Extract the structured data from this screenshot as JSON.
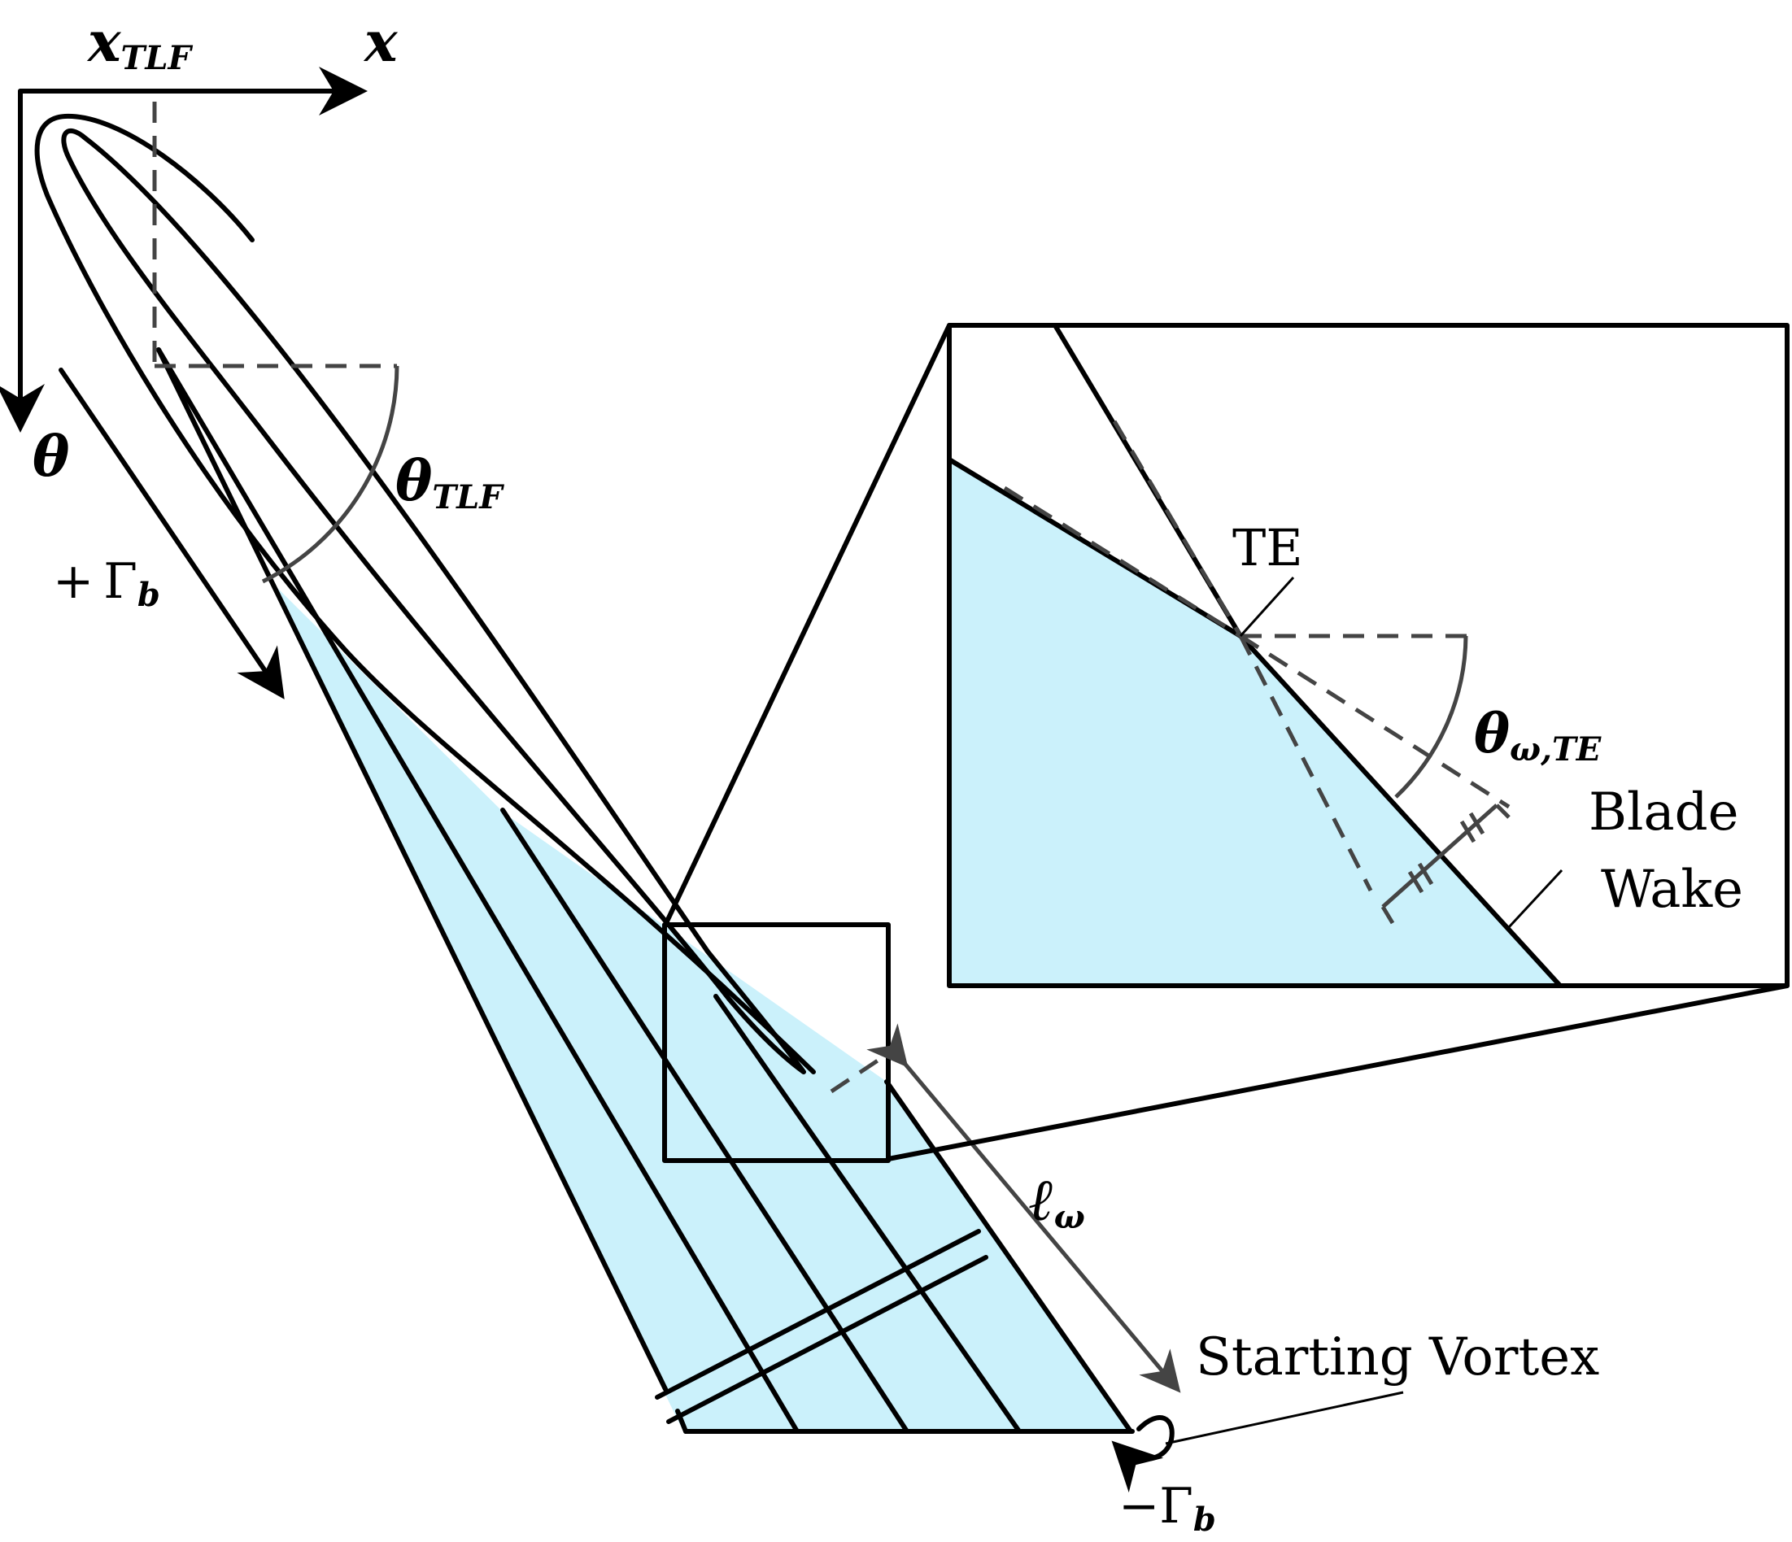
{
  "labels": {
    "x_axis": "x",
    "theta_axis": "θ",
    "x_tlf_main": "x",
    "x_tlf_sub": "TLF",
    "theta_tlf_main": "θ",
    "theta_tlf_sub": "TLF",
    "gamma_b_plus_sign": "+",
    "gamma_b_plus_main": "Γ",
    "gamma_b_plus_sub": "b",
    "gamma_b_minus_sign": "−",
    "gamma_b_minus_main": "Γ",
    "gamma_b_minus_sub": "b",
    "l_omega_main": "ℓ",
    "l_omega_sub": "ω",
    "starting_vortex": "Starting Vortex",
    "te": "TE",
    "theta_omega_te_main": "θ",
    "theta_omega_te_sub": "ω,TE",
    "blade_line1": "Blade",
    "blade_line2": "Wake"
  },
  "colors": {
    "wake_fill": "#cbf1fb",
    "line": "#000000",
    "construction": "#444444"
  }
}
